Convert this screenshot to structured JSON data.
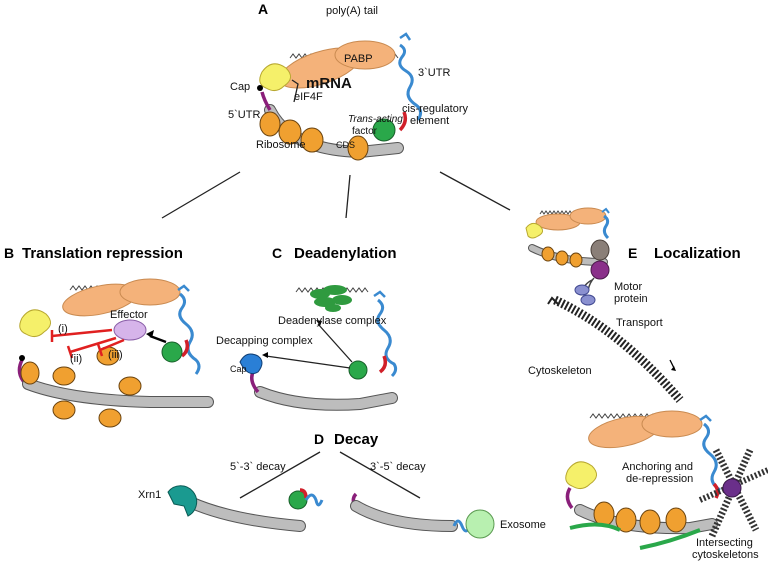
{
  "panels": {
    "a": {
      "letter": "A",
      "polyA": "poly(A) tail",
      "pabp": "PABP",
      "mrna": "mRNA",
      "utr3": "3`UTR",
      "cap": "Cap",
      "eif4f": "eIF4F",
      "utr5": "5`UTR",
      "trans1": "Trans-acting",
      "trans2": "factor",
      "cis1": "cis-regulatory",
      "cis2": "element",
      "ribosome": "Ribosome",
      "cds": "CDS"
    },
    "b": {
      "letter": "B",
      "title": "Translation repression",
      "effector": "Effector",
      "i": "(i)",
      "ii": "(ii)",
      "iii": "(iii)"
    },
    "c": {
      "letter": "C",
      "title": "Deadenylation",
      "deadenylase": "Deadenylase complex",
      "decapping": "Decapping complex",
      "cap": "Cap"
    },
    "d": {
      "letter": "D",
      "title": "Decay",
      "d53": "5`-3` decay",
      "d35": "3`-5` decay",
      "xrn1": "Xrn1",
      "exosome": "Exosome"
    },
    "e": {
      "letter": "E",
      "title": "Localization",
      "motor1": "Motor",
      "motor2": "protein",
      "transport": "Transport",
      "cytoskeleton": "Cytoskeleton",
      "anchor1": "Anchoring and",
      "anchor2": "de-repression",
      "intersect1": "Intersecting",
      "intersect2": "cytoskeletons"
    }
  },
  "colors": {
    "ribosome": "#f0a030",
    "pabp": "#f4b27a",
    "eif4f": "#f5f06a",
    "transFactor": "#2aa84a",
    "utr": "#3a8ad0",
    "cisElement": "#d0202a",
    "xrn1": "#1a9a90",
    "exosome": "#b8f0b0",
    "deadenylase": "#2f9a3f",
    "effector": "#d6b4ea",
    "decapping": "#2a7fd6"
  }
}
